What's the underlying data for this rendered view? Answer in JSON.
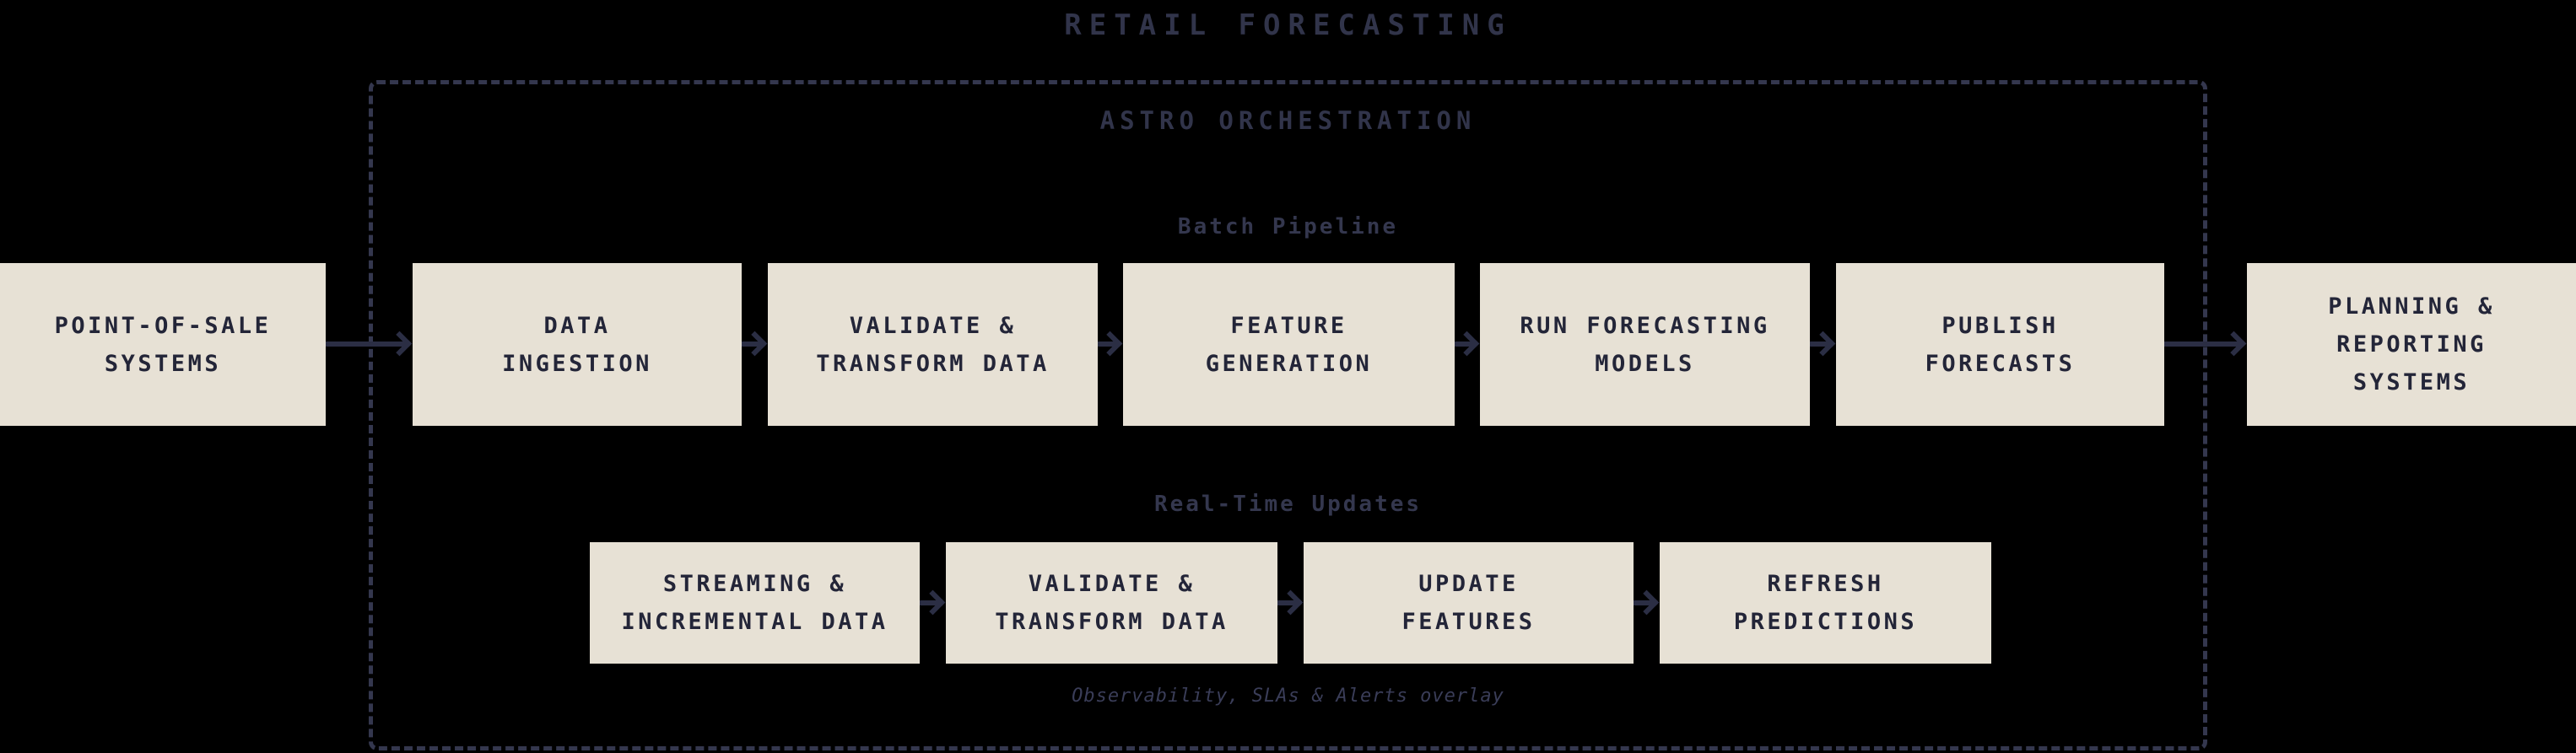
{
  "title": "RETAIL FORECASTING",
  "orchestration": {
    "label": "ASTRO ORCHESTRATION",
    "overlay_note": "Observability, SLAs & Alerts overlay"
  },
  "batch_pipeline": {
    "label": "Batch Pipeline",
    "nodes": [
      {
        "label": "POINT-OF-SALE\nSYSTEMS"
      },
      {
        "label": "DATA\nINGESTION"
      },
      {
        "label": "VALIDATE &\nTRANSFORM DATA"
      },
      {
        "label": "FEATURE\nGENERATION"
      },
      {
        "label": "RUN FORECASTING\nMODELS"
      },
      {
        "label": "PUBLISH\nFORECASTS"
      },
      {
        "label": "PLANNING &\nREPORTING\nSYSTEMS"
      }
    ]
  },
  "realtime_pipeline": {
    "label": "Real-Time Updates",
    "nodes": [
      {
        "label": "STREAMING &\nINCREMENTAL DATA"
      },
      {
        "label": "VALIDATE &\nTRANSFORM DATA"
      },
      {
        "label": "UPDATE\nFEATURES"
      },
      {
        "label": "REFRESH\nPREDICTIONS"
      }
    ]
  },
  "colors": {
    "background": "#000000",
    "node_fill": "#E7E1D5",
    "node_text": "#232538",
    "heading_text": "#31344A",
    "row_label_text": "#34374E",
    "arrow": "#2B2E44",
    "dashed_border": "#34374E",
    "overlay_note_text": "#3A3D58"
  }
}
